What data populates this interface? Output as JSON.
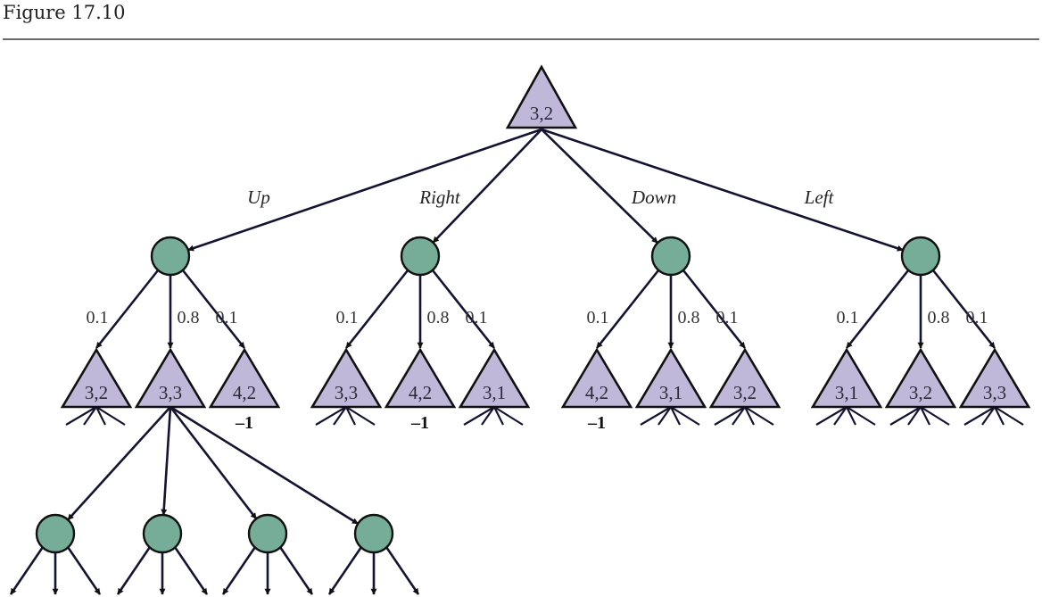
{
  "figure": {
    "title": "Figure 17.10"
  },
  "diagram": {
    "root": {
      "label": "3,2",
      "type": "max"
    },
    "actions": [
      {
        "name": "Up",
        "outcomes": [
          {
            "p": "0.1",
            "state": "3,2",
            "reward": ""
          },
          {
            "p": "0.8",
            "state": "3,3",
            "reward": ""
          },
          {
            "p": "0.1",
            "state": "4,2",
            "reward": "–1"
          }
        ]
      },
      {
        "name": "Right",
        "outcomes": [
          {
            "p": "0.1",
            "state": "3,3",
            "reward": ""
          },
          {
            "p": "0.8",
            "state": "4,2",
            "reward": "–1"
          },
          {
            "p": "0.1",
            "state": "3,1",
            "reward": ""
          }
        ]
      },
      {
        "name": "Down",
        "outcomes": [
          {
            "p": "0.1",
            "state": "4,2",
            "reward": "–1"
          },
          {
            "p": "0.8",
            "state": "3,1",
            "reward": ""
          },
          {
            "p": "0.1",
            "state": "3,2",
            "reward": ""
          }
        ]
      },
      {
        "name": "Left",
        "outcomes": [
          {
            "p": "0.1",
            "state": "3,1",
            "reward": ""
          },
          {
            "p": "0.8",
            "state": "3,2",
            "reward": ""
          },
          {
            "p": "0.1",
            "state": "3,3",
            "reward": ""
          }
        ]
      }
    ],
    "expanded_state": "3,3",
    "expanded_chance_nodes": 4,
    "colors": {
      "state_fill": "#c0b8d8",
      "chance_fill": "#76ad98",
      "edge": "#141432",
      "rule": "#6a6a6a"
    }
  }
}
